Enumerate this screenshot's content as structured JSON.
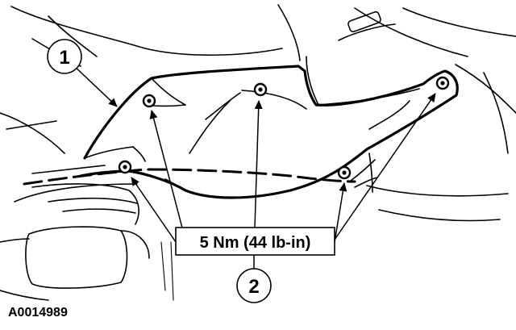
{
  "diagram": {
    "callouts": {
      "item1": "1",
      "item2": "2"
    },
    "torque_label": "5 Nm (44 lb-in)",
    "figure_id": "A0014989"
  }
}
